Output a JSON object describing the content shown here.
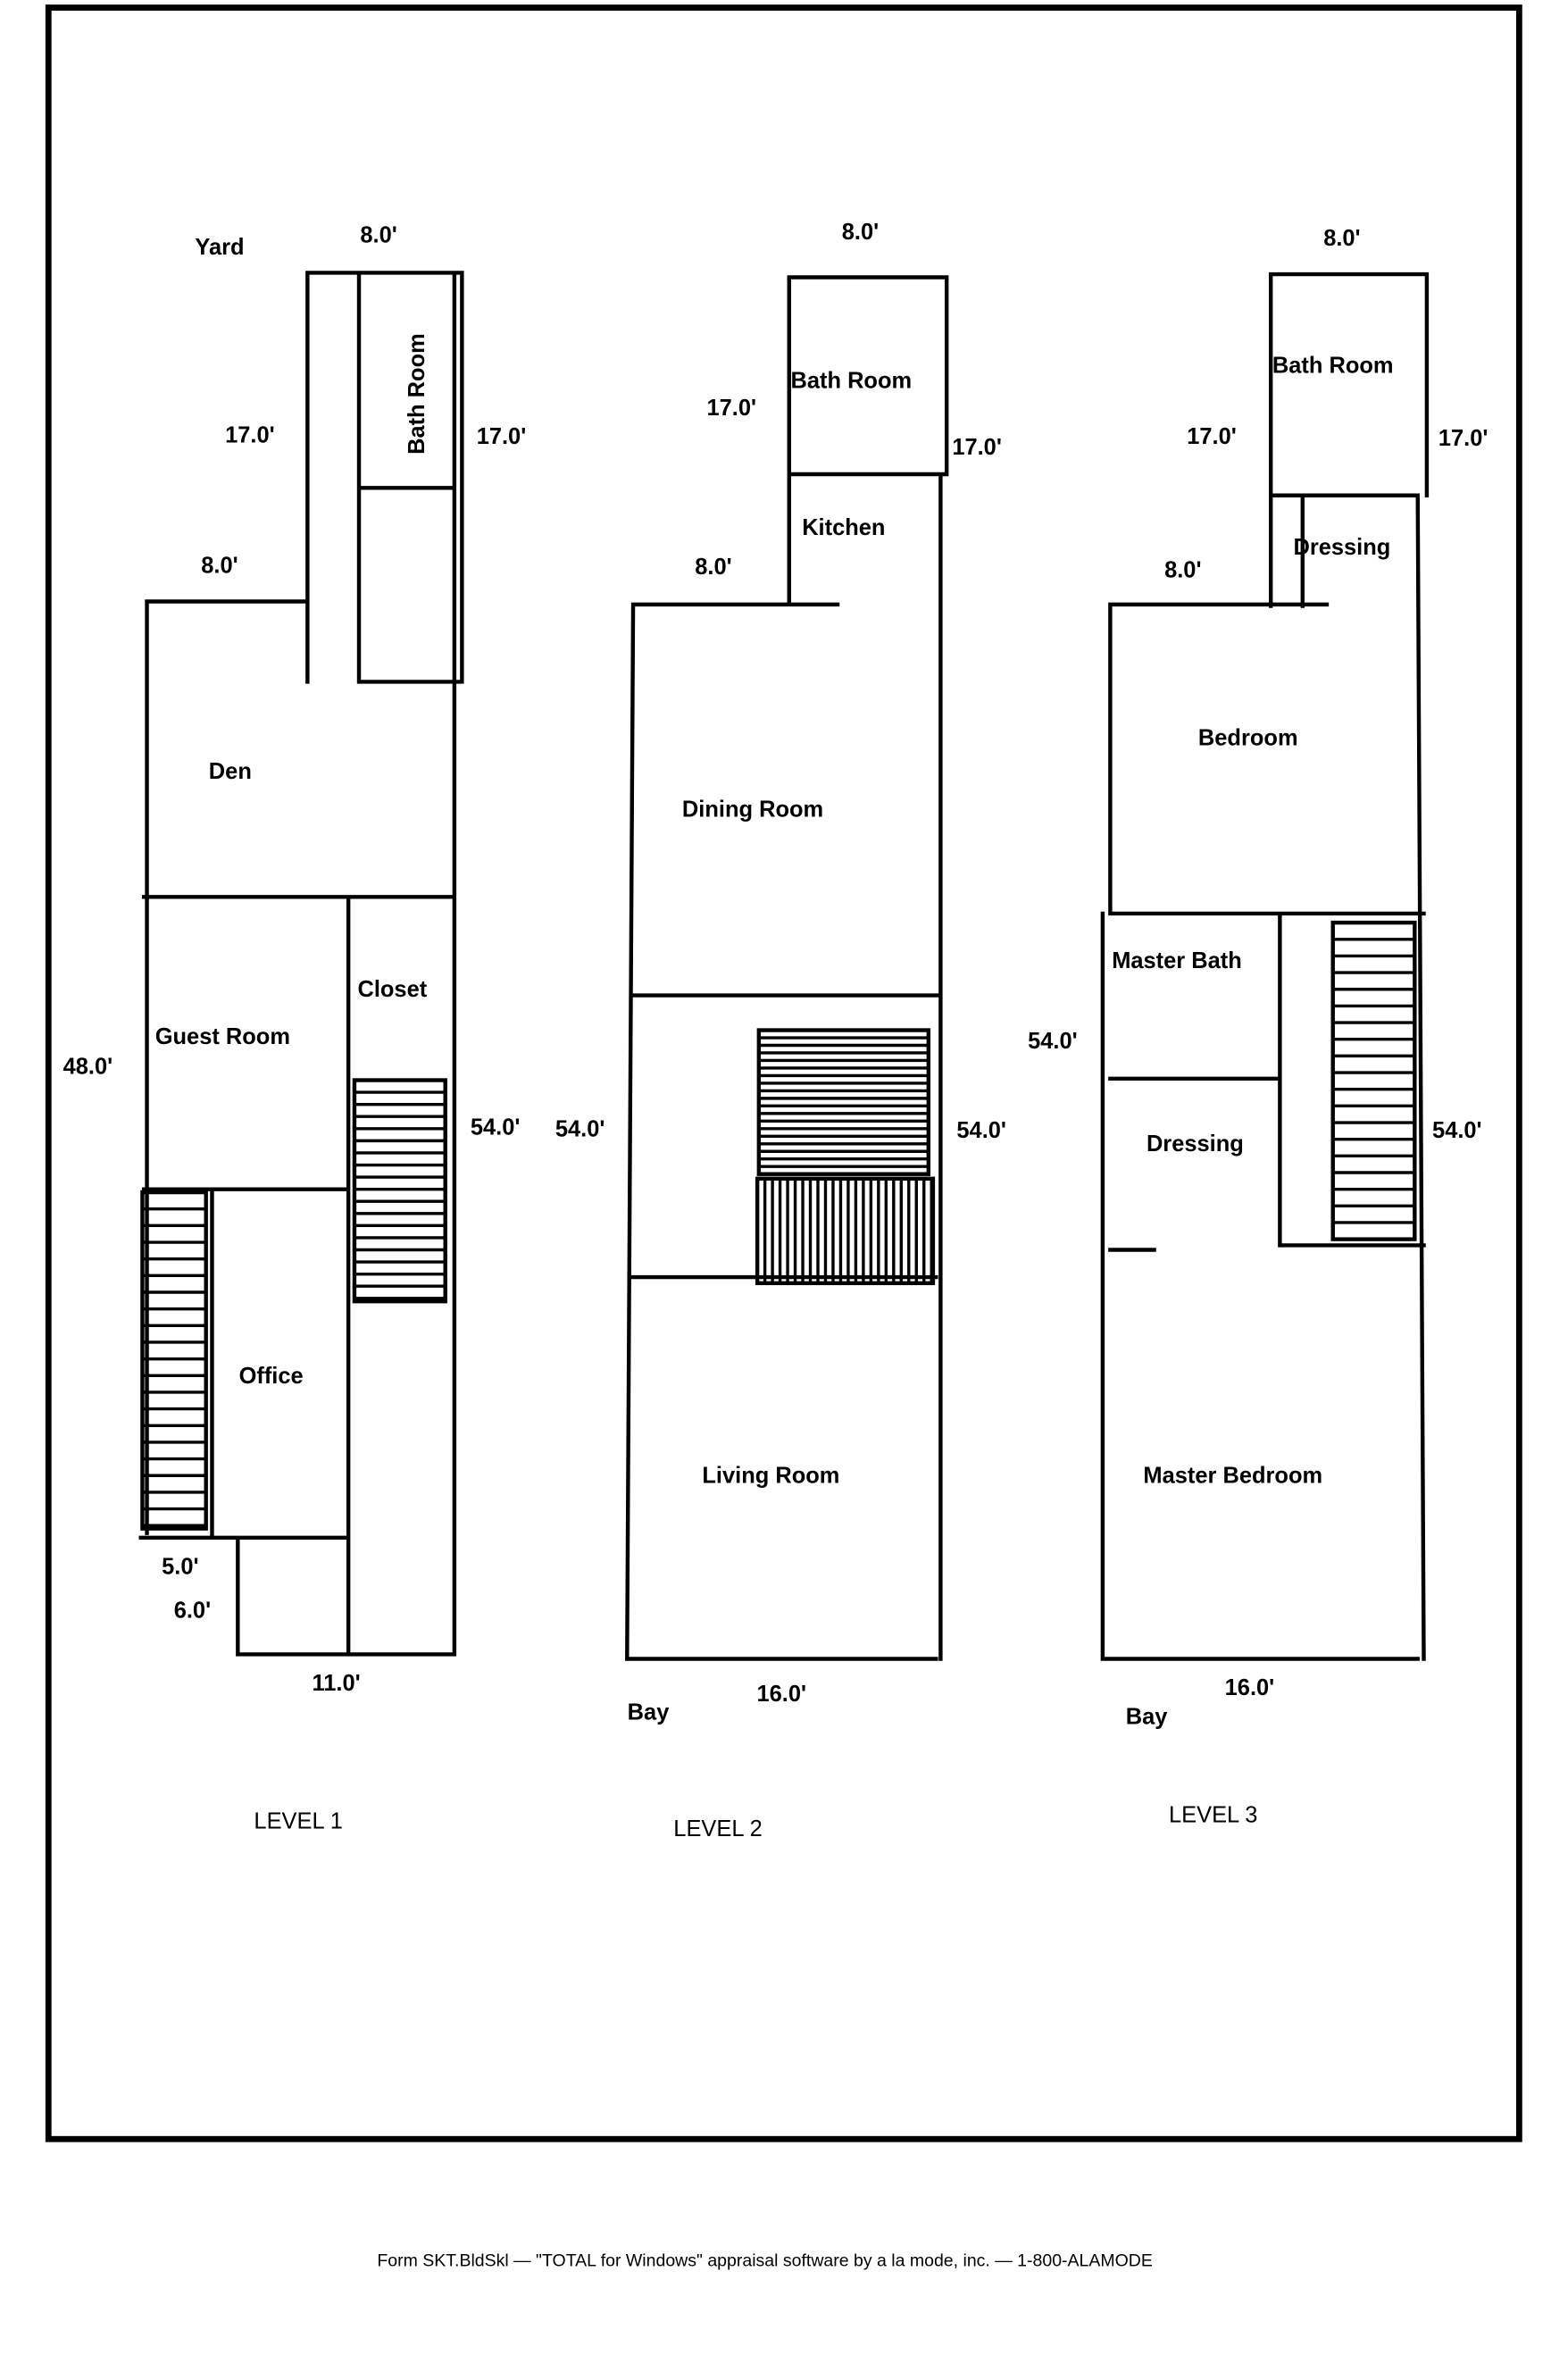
{
  "level1": {
    "title": "LEVEL 1",
    "labels": {
      "yard": "Yard",
      "top_width": "8.0'",
      "left_tower": "17.0'",
      "right_tower": "17.0'",
      "bath": "Bath Room",
      "step": "8.0'",
      "den": "Den",
      "guest": "Guest Room",
      "closet": "Closet",
      "left_depth": "48.0'",
      "right_depth": "54.0'",
      "office": "Office",
      "jog1": "5.0'",
      "jog2": "6.0'",
      "bottom_width": "11.0'"
    }
  },
  "level2": {
    "title": "LEVEL 2",
    "labels": {
      "top_width": "8.0'",
      "left_tower": "17.0'",
      "bath": "Bath Room",
      "right_tower": "17.0'",
      "kitchen": "Kitchen",
      "step": "8.0'",
      "dining": "Dining Room",
      "left_depth": "54.0'",
      "right_depth": "54.0'",
      "living": "Living Room",
      "bay": "Bay",
      "bottom_width": "16.0'"
    }
  },
  "level3": {
    "title": "LEVEL 3",
    "labels": {
      "top_width": "8.0'",
      "bath": "Bath Room",
      "left_tower": "17.0'",
      "right_tower": "17.0'",
      "dressing_top": "Dressing",
      "step": "8.0'",
      "bedroom": "Bedroom",
      "master_bath": "Master Bath",
      "left_depth": "54.0'",
      "dressing": "Dressing",
      "right_depth": "54.0'",
      "master_bedroom": "Master Bedroom",
      "bottom_width": "16.0'",
      "bay": "Bay"
    }
  },
  "footer": "Form SKT.BldSkl — \"TOTAL for Windows\" appraisal software by a la mode, inc. — 1-800-ALAMODE"
}
